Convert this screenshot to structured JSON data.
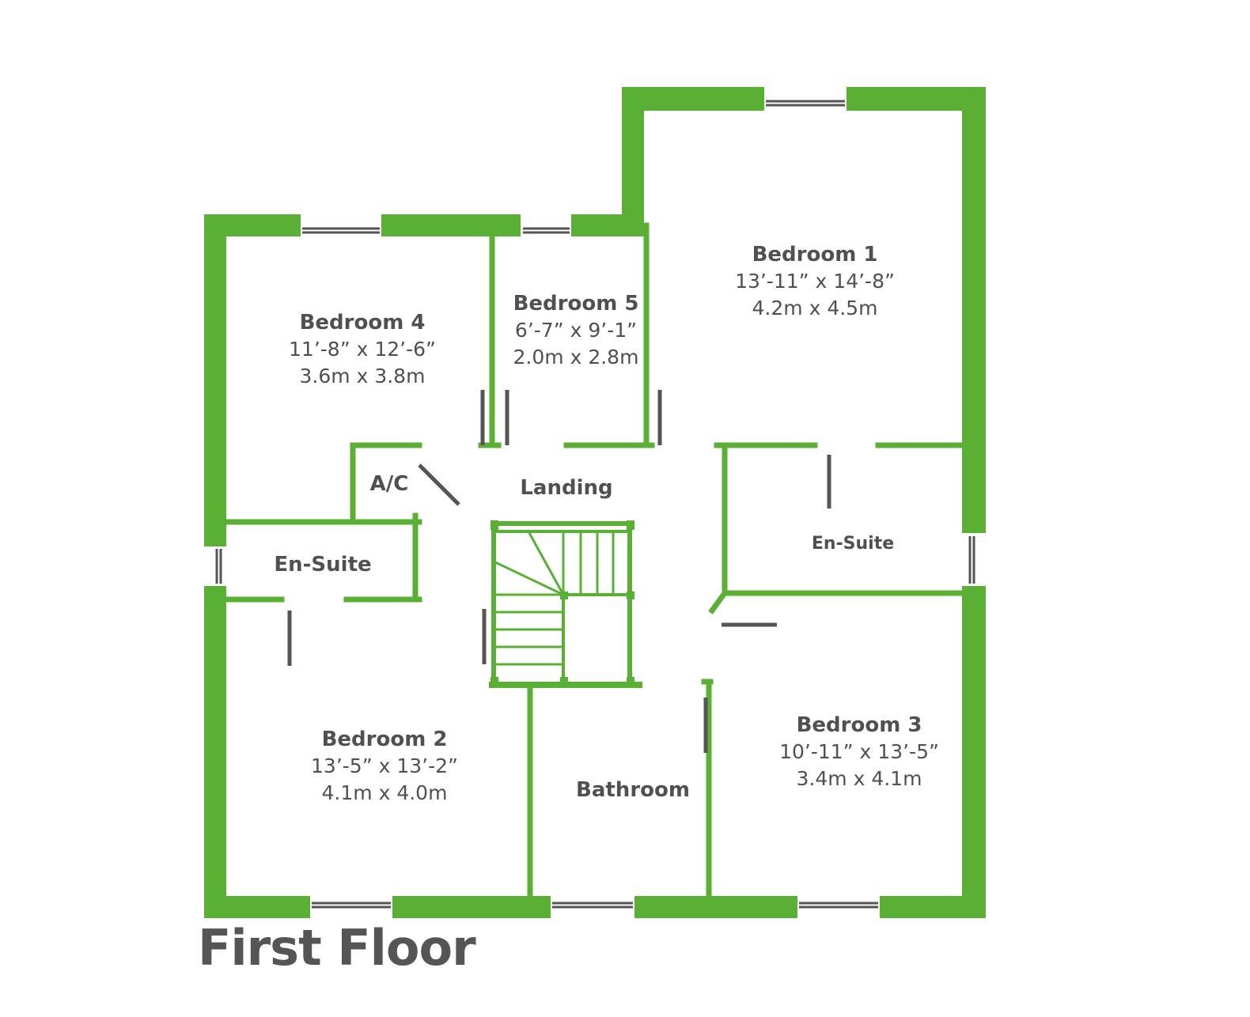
{
  "floor_title": "First Floor",
  "colors": {
    "wall": "#5ab034",
    "window": "#555555",
    "door": "#555555",
    "text": "#505050"
  },
  "rooms": {
    "bedroom4": {
      "name": "Bedroom 4",
      "imperial": "11’-8” x 12’-6”",
      "metric": "3.6m x 3.8m"
    },
    "bedroom5": {
      "name": "Bedroom 5",
      "imperial": "6’-7” x 9’-1”",
      "metric": "2.0m x 2.8m"
    },
    "bedroom1": {
      "name": "Bedroom 1",
      "imperial": "13’-11” x 14’-8”",
      "metric": "4.2m x 4.5m"
    },
    "airing_cupboard": {
      "name": "A/C"
    },
    "landing": {
      "name": "Landing"
    },
    "ensuite_left": {
      "name": "En-Suite"
    },
    "ensuite_right": {
      "name": "En-Suite"
    },
    "bedroom2": {
      "name": "Bedroom 2",
      "imperial": "13’-5” x 13’-2”",
      "metric": "4.1m x 4.0m"
    },
    "bathroom": {
      "name": "Bathroom"
    },
    "bedroom3": {
      "name": "Bedroom 3",
      "imperial": "10’-11” x 13’-5”",
      "metric": "3.4m x 4.1m"
    }
  }
}
